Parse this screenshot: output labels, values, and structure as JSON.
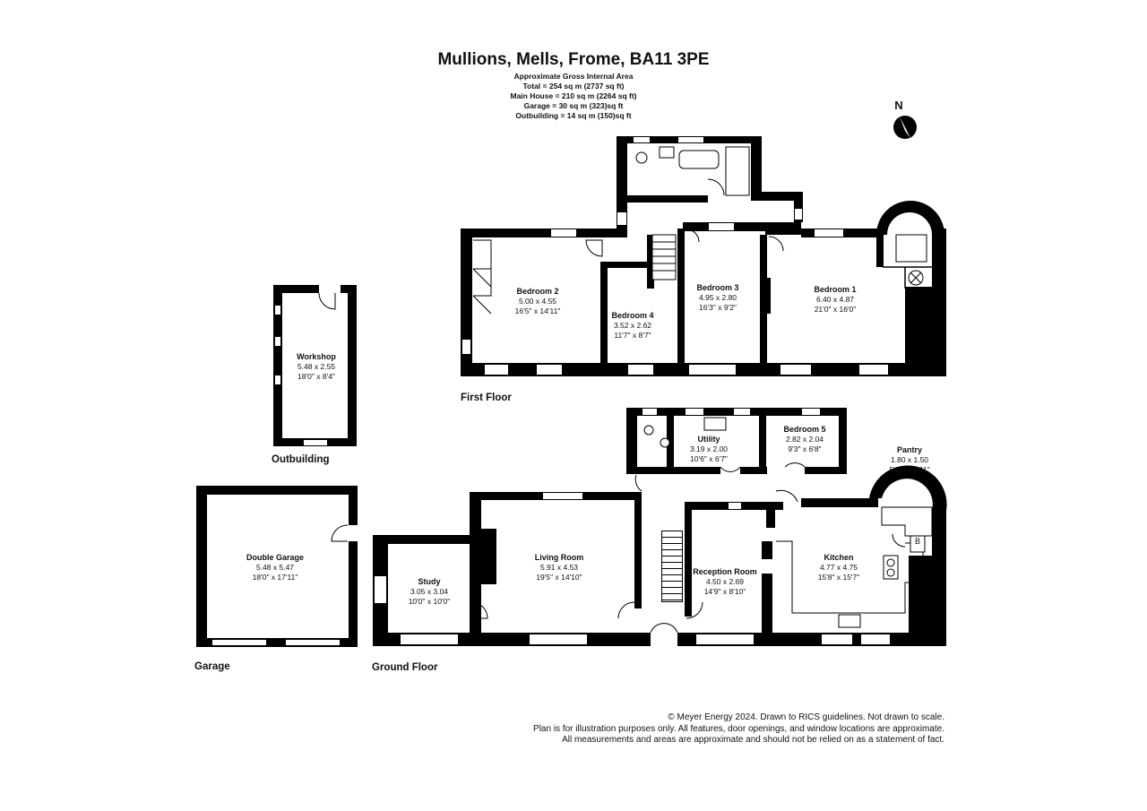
{
  "header": {
    "title": "Mullions, Mells, Frome, BA11 3PE",
    "area_heading": "Approximate Gross Internal Area",
    "total": "Total = 254 sq m (2737 sq ft)",
    "main_house": "Main House = 210 sq m (2264 sq ft)",
    "garage": "Garage = 30 sq m (323)sq ft",
    "outbuilding": "Outbuilding = 14 sq m (150)sq ft"
  },
  "compass": {
    "label": "N"
  },
  "floors": {
    "first_floor": "First Floor",
    "ground_floor": "Ground Floor",
    "outbuilding": "Outbuilding",
    "garage": "Garage"
  },
  "rooms": {
    "bedroom1": {
      "name": "Bedroom 1",
      "metric": "6.40 x 4.87",
      "imperial": "21'0\" x 16'0\""
    },
    "bedroom2": {
      "name": "Bedroom 2",
      "metric": "5.00 x 4.55",
      "imperial": "16'5\" x 14'11\""
    },
    "bedroom3": {
      "name": "Bedroom 3",
      "metric": "4.95 x 2.80",
      "imperial": "16'3\" x 9'2\""
    },
    "bedroom4": {
      "name": "Bedroom 4",
      "metric": "3.52 x 2.62",
      "imperial": "11'7\" x 8'7\""
    },
    "bedroom5": {
      "name": "Bedroom 5",
      "metric": "2.82 x 2.04",
      "imperial": "9'3\" x 6'8\""
    },
    "utility": {
      "name": "Utility",
      "metric": "3.19 x 2.00",
      "imperial": "10'6\" x 6'7\""
    },
    "pantry": {
      "name": "Pantry",
      "metric": "1.80 x 1.50",
      "imperial": "5'11\" x 4'11\""
    },
    "kitchen": {
      "name": "Kitchen",
      "metric": "4.77 x 4.75",
      "imperial": "15'8\" x 15'7\""
    },
    "reception": {
      "name": "Reception Room",
      "metric": "4.50 x 2.69",
      "imperial": "14'9\" x 8'10\""
    },
    "living": {
      "name": "Living Room",
      "metric": "5.91 x 4.53",
      "imperial": "19'5\" x 14'10\""
    },
    "study": {
      "name": "Study",
      "metric": "3.05 x 3.04",
      "imperial": "10'0\" x 10'0\""
    },
    "workshop": {
      "name": "Workshop",
      "metric": "5.48 x 2.55",
      "imperial": "18'0\" x 8'4\""
    },
    "garage": {
      "name": "Double Garage",
      "metric": "5.48 x 5.47",
      "imperial": "18'0\" x 17'11\""
    }
  },
  "fixtures": {
    "boiler": "B"
  },
  "footer": {
    "line1": "© Meyer Energy 2024. Drawn to RICS guidelines.  Not drawn to scale.",
    "line2": "Plan is for illustration purposes only. All features, door openings, and window locations are approximate.",
    "line3": "All measurements and areas are approximate and should not be relied on as a statement of fact."
  },
  "colors": {
    "wall": "#000000",
    "background": "#ffffff"
  }
}
